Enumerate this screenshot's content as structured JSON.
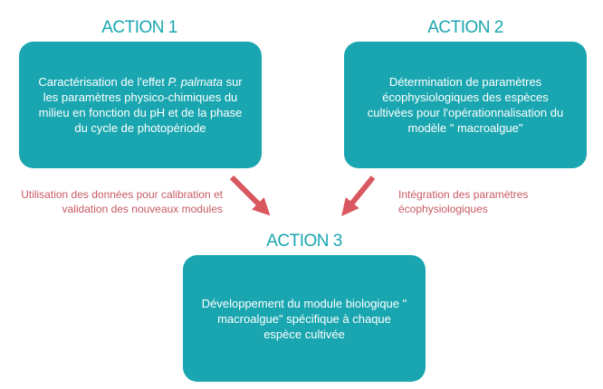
{
  "action1": {
    "title": "ACTION 1",
    "text_before": "Caractérisation de l'effet ",
    "text_italic": "P. palmata",
    "text_after": " sur les paramètres physico-chimiques du milieu en fonction du pH et de la phase du cycle de photopériode"
  },
  "action2": {
    "title": "ACTION 2",
    "text": "Détermination de paramètres écophysiologiques des espèces cultivées pour l'opérationnalisation du modèle \" macroalgue\""
  },
  "action3": {
    "title": "ACTION 3",
    "text": "Développement du module biologique \" macroalgue\" spécifique à chaque espèce cultivée"
  },
  "notes": {
    "left": "Utilisation des données pour calibration et validation des nouveaux modules",
    "right": "Intégration des paramètres écophysiologiques"
  },
  "colors": {
    "box": "#1aa6b0",
    "title": "#1aa6b0",
    "arrow": "#d9575f",
    "note": "#c75a63"
  }
}
